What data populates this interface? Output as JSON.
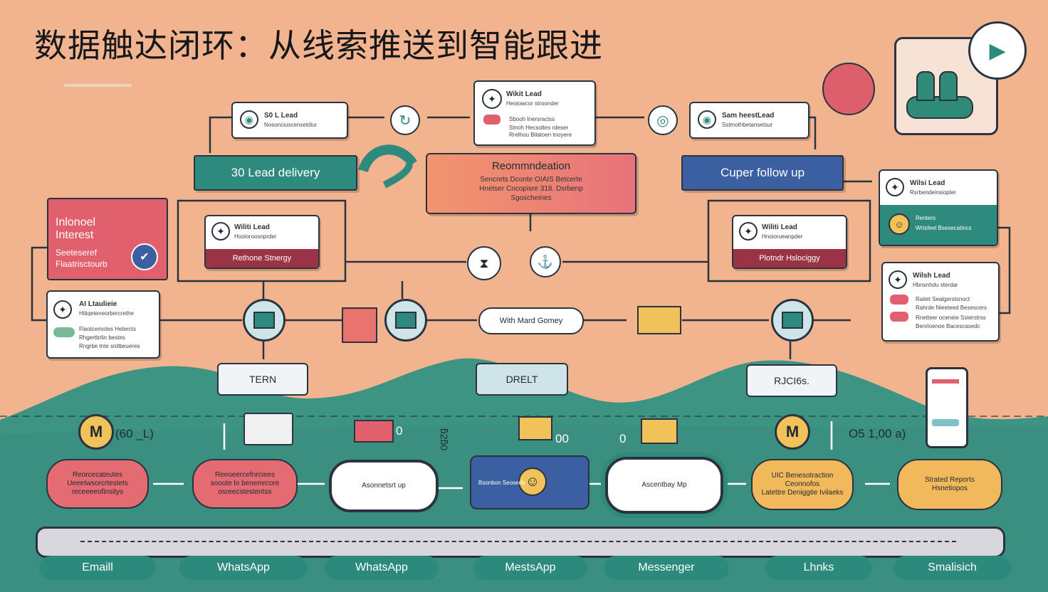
{
  "title": "数据触达闭环：从线索推送到智能跟进",
  "top_cards": {
    "left": {
      "title": "S0 L Lead",
      "sub": "Nosonciuscensetdiur"
    },
    "center": {
      "title": "Wikit Lead",
      "sub": "Heoiowcor stroonder",
      "line1": "Sbooh Inersraciss",
      "line2": "Stnoh Hecsoltes rdeser",
      "line3": "Rrelhou Bilatoen tnoyere"
    },
    "right": {
      "title": "Sam heestLead",
      "sub": "Sstmothbetansetsur"
    }
  },
  "bars": {
    "lead_delivery": "30 Lead delivery",
    "recommendation_title": "Reommndeation",
    "recommendation_line1": "Sencrets Dconte OIAIS Betcerte",
    "recommendation_line2": "Hnetser Cncopisre 318. Dsrbenp",
    "recommendation_line3": "Sgoscheines",
    "follow_up": "Cuper follow up"
  },
  "left_panel": {
    "line1": "Inlonoel",
    "line2": "Interest",
    "line3": "Seeteseref",
    "line4": "Flaatrisctourb"
  },
  "mid_cards": {
    "left": {
      "title": "Wiliti Lead",
      "sub": "Hooioroosnprder",
      "band": "Rethone Stnergy"
    },
    "right": {
      "title": "Wiliti Lead",
      "sub": "Hnoiorueanpder",
      "band": "Plotndr Hslociggy"
    }
  },
  "ai_card": {
    "title": "AI Ltaulieie",
    "sub": "Hitiqeteneorbercrethe",
    "line1": "Flaotcemotes Hetercts",
    "line2": "Rhgertbrlin bestes",
    "line3": "Rngrbe tnte snitbeueres"
  },
  "right_cards": {
    "top": {
      "title": "Wilsi Lead",
      "sub": "Rsrbendeinsiopter",
      "line1": "Renters",
      "line2": "Wrtsfeel Bsesecatincs"
    },
    "bottom": {
      "title": "Wilsh Lead",
      "sub": "Hbnsnhdu sterdar",
      "line1": "Raitet Sealgerstsnoct",
      "line2": "Rahrde Nieeteed Besescers",
      "line3": "Rnetteer oceneie Ssterstrss",
      "line4": "Benrloenoe Bacescasedc"
    }
  },
  "with_card": "With Mard Gomey",
  "stages": [
    "TERN",
    "DRELT",
    "RJCI6s."
  ],
  "numbers": {
    "left": "(60 _L)",
    "mid": "00",
    "mid2": "0",
    "mid3": "0",
    "right": "O5 1,00 a)",
    "q": "ƃ2ƃ0"
  },
  "pills": [
    {
      "text": "Reorcecateutes\nUeeetwsorcrtestets\nreceeeeofinsitys"
    },
    {
      "text": "Reeoeercefnrciees\nsooote lo benemrcore\nosreecstestentss"
    },
    {
      "text": "Asonnetsrt up"
    },
    {
      "text": "Bsonbon    Seosedb"
    },
    {
      "text": "Ascentbay Mp"
    },
    {
      "text": "UIC Benesotraction\nCeonnofos\nLatettre Deniggtie Ivilaeks"
    },
    {
      "text": "Strated Reports\nHsnetiopos"
    }
  ],
  "channels": [
    "Emaill",
    "WhatsApp",
    "WhatsApp",
    "MestsApp",
    "Messenger",
    "Lhnks",
    "Smalisich"
  ],
  "colors": {
    "bg_peach": "#f2b48f",
    "teal": "#2e8a7c",
    "pink": "#e0606e",
    "navy": "#3b5fa0",
    "yellow": "#f1c15a"
  }
}
